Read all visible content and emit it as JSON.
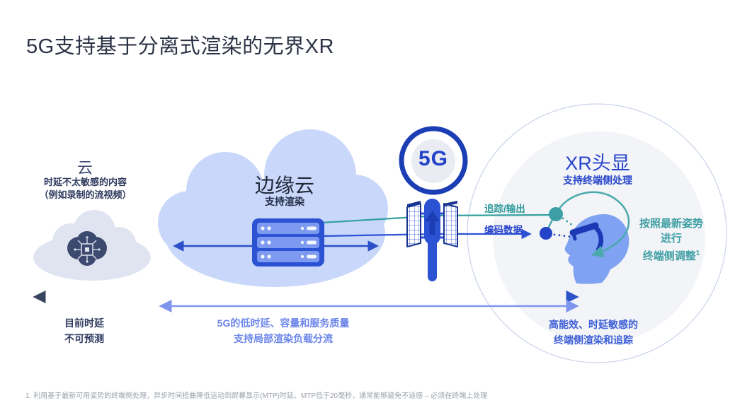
{
  "page": {
    "title": "5G支持基于分离式渲染的无界XR"
  },
  "cloud": {
    "title": "云",
    "desc_line1": "时延不太敏感的内容",
    "desc_line2": "（例如录制的流视频）"
  },
  "edge_cloud": {
    "title": "边缘云",
    "subtitle": "支持渲染"
  },
  "network": {
    "badge": "5G"
  },
  "headset": {
    "title": "XR头显",
    "subtitle": "支持终端侧处理"
  },
  "links": {
    "tracking_label": "追踪/输出",
    "encoded_label": "编码数据"
  },
  "pose_note": {
    "line1": "按照最新姿势",
    "line2": "进行",
    "line3": "终端侧调整",
    "sup": "1"
  },
  "bottom": {
    "left_line1": "目前时延",
    "left_line2": "不可预测",
    "mid_line1": "5G的低时延、容量和服务质量",
    "mid_line2": "支持局部渲染负载分流",
    "right_line1": "高能效、时延敏感的",
    "right_line2": "终端侧渲染和追踪"
  },
  "footnote": "1. 利用基于最新可用姿势的终端侧处理，异步时间扭曲降低运动到屏幕显示(MTP)时延。MTP低于20毫秒，通常能够避免不适感 – 必须在终端上处理",
  "colors": {
    "accent_blue": "#2744cb",
    "teal": "#35a0a0",
    "edge_cloud_fill": "#c8d7fa",
    "gray_cloud_fill": "#dfe4f0",
    "periwinkle": "#6b85ea",
    "navy_text": "#2e3a5e",
    "head_fill": "#80a2f2"
  }
}
